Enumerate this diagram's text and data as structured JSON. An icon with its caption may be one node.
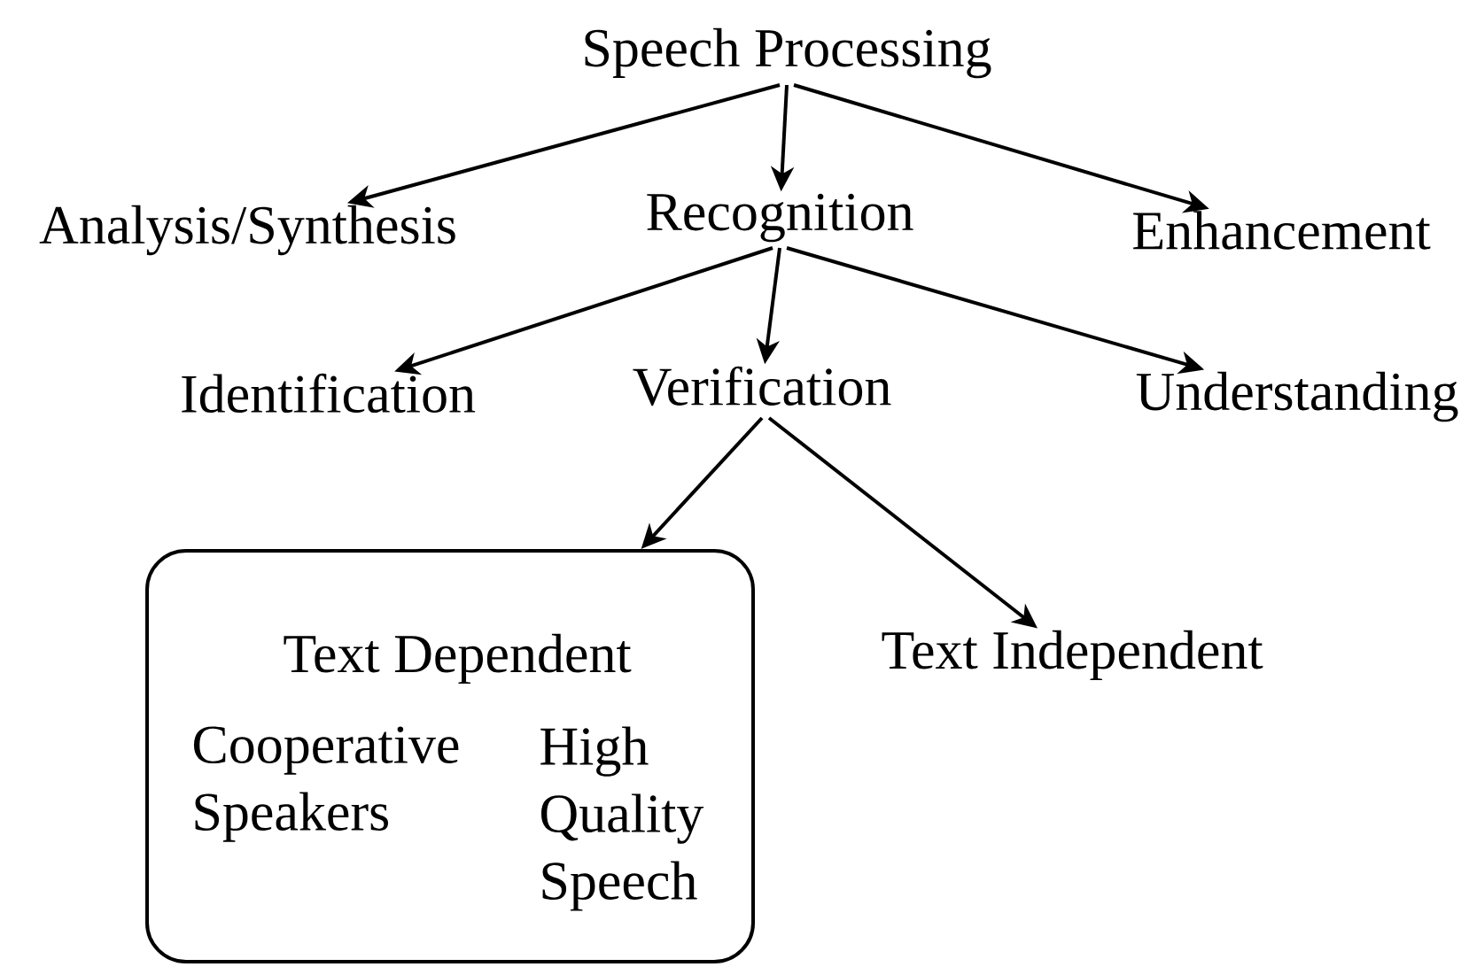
{
  "diagram": {
    "nodes": [
      {
        "text": [
          "Speech Processing"
        ]
      },
      {
        "text": [
          "Analysis/Synthesis"
        ]
      },
      {
        "text": [
          "Recognition"
        ]
      },
      {
        "text": [
          "Enhancement"
        ]
      },
      {
        "text": [
          "Identification"
        ]
      },
      {
        "text": [
          "Verification"
        ]
      },
      {
        "text": [
          "Understanding"
        ]
      },
      {
        "text": [
          "Text Dependent",
          "Cooperative Speakers",
          "High Quality Speech"
        ]
      },
      {
        "text": [
          "Text Independent"
        ]
      }
    ],
    "edges": [
      {
        "from": 0,
        "to": 1,
        "arrow": "to"
      },
      {
        "from": 0,
        "to": 2,
        "arrow": "to"
      },
      {
        "from": 0,
        "to": 3,
        "arrow": "to"
      },
      {
        "from": 2,
        "to": 4,
        "arrow": "to"
      },
      {
        "from": 2,
        "to": 5,
        "arrow": "to"
      },
      {
        "from": 2,
        "to": 6,
        "arrow": "to"
      },
      {
        "from": 5,
        "to": 7,
        "arrow": "to"
      },
      {
        "from": 5,
        "to": 8,
        "arrow": "to"
      }
    ]
  }
}
